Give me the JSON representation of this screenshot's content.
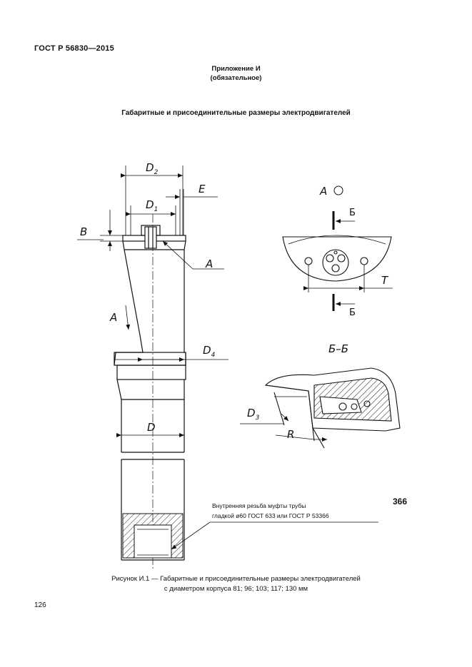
{
  "header": {
    "standard": "ГОСТ Р 56830—2015"
  },
  "appendix": {
    "title": "Приложение И",
    "subtitle": "(обязательное)"
  },
  "section_title": "Габаритные и присоединительные размеры электродвигателей",
  "drawing": {
    "dims": {
      "D2": "D",
      "D2_sub": "2",
      "E": "E",
      "D1": "D",
      "D1_sub": "1",
      "B": "B",
      "A_detail": "A",
      "A_arrow": "A",
      "D4": "D",
      "D4_sub": "4",
      "D": "D",
      "D3": "D",
      "D3_sub": "3",
      "R": "R",
      "T": "T"
    },
    "views": {
      "view_a": "А",
      "section_mark_top": "Б",
      "section_mark_bottom": "Б",
      "section_bb": "Б–Б"
    },
    "note_line1": "Внутренняя резьба муфты трубы",
    "note_line2": "гладкой ø60 ГОСТ 633 или ГОСТ Р 53366"
  },
  "stamp": "366",
  "caption": {
    "line1": "Рисунок И.1 — Габаритные и присоединительные размеры электродвигателей",
    "line2": "с диаметром корпуса 81; 96; 103; 117; 130 мм"
  },
  "page_number": "126"
}
